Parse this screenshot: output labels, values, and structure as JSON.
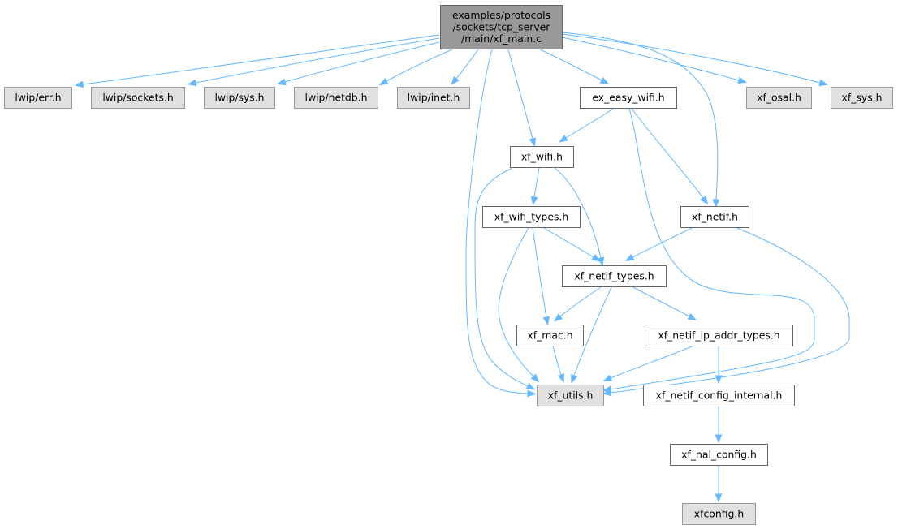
{
  "nodes": [
    {
      "id": "root",
      "lines": [
        "examples/protocols",
        "/sockets/tcp_server",
        "/main/xf_main.c"
      ],
      "kind": "root"
    },
    {
      "id": "lwip_err",
      "lines": [
        "lwip/err.h"
      ],
      "kind": "external"
    },
    {
      "id": "lwip_sockets",
      "lines": [
        "lwip/sockets.h"
      ],
      "kind": "external"
    },
    {
      "id": "lwip_sys",
      "lines": [
        "lwip/sys.h"
      ],
      "kind": "external"
    },
    {
      "id": "lwip_netdb",
      "lines": [
        "lwip/netdb.h"
      ],
      "kind": "external"
    },
    {
      "id": "lwip_inet",
      "lines": [
        "lwip/inet.h"
      ],
      "kind": "external"
    },
    {
      "id": "ex_easy_wifi",
      "lines": [
        "ex_easy_wifi.h"
      ],
      "kind": "local"
    },
    {
      "id": "xf_osal",
      "lines": [
        "xf_osal.h"
      ],
      "kind": "external"
    },
    {
      "id": "xf_sys",
      "lines": [
        "xf_sys.h"
      ],
      "kind": "external"
    },
    {
      "id": "xf_wifi",
      "lines": [
        "xf_wifi.h"
      ],
      "kind": "local"
    },
    {
      "id": "xf_wifi_types",
      "lines": [
        "xf_wifi_types.h"
      ],
      "kind": "local"
    },
    {
      "id": "xf_netif",
      "lines": [
        "xf_netif.h"
      ],
      "kind": "local"
    },
    {
      "id": "xf_netif_types",
      "lines": [
        "xf_netif_types.h"
      ],
      "kind": "local"
    },
    {
      "id": "xf_mac",
      "lines": [
        "xf_mac.h"
      ],
      "kind": "local"
    },
    {
      "id": "xf_netif_ip_addr_types",
      "lines": [
        "xf_netif_ip_addr_types.h"
      ],
      "kind": "local"
    },
    {
      "id": "xf_utils",
      "lines": [
        "xf_utils.h"
      ],
      "kind": "external"
    },
    {
      "id": "xf_netif_config_internal",
      "lines": [
        "xf_netif_config_internal.h"
      ],
      "kind": "local"
    },
    {
      "id": "xf_nal_config",
      "lines": [
        "xf_nal_config.h"
      ],
      "kind": "local"
    },
    {
      "id": "xfconfig",
      "lines": [
        "xfconfig.h"
      ],
      "kind": "external"
    }
  ],
  "edges": [
    {
      "from": "root",
      "to": "lwip_err"
    },
    {
      "from": "root",
      "to": "lwip_sockets"
    },
    {
      "from": "root",
      "to": "lwip_sys"
    },
    {
      "from": "root",
      "to": "lwip_netdb"
    },
    {
      "from": "root",
      "to": "lwip_inet"
    },
    {
      "from": "root",
      "to": "ex_easy_wifi"
    },
    {
      "from": "root",
      "to": "xf_osal"
    },
    {
      "from": "root",
      "to": "xf_sys"
    },
    {
      "from": "root",
      "to": "xf_wifi"
    },
    {
      "from": "root",
      "to": "xf_netif"
    },
    {
      "from": "root",
      "to": "xf_utils"
    },
    {
      "from": "ex_easy_wifi",
      "to": "xf_wifi"
    },
    {
      "from": "ex_easy_wifi",
      "to": "xf_netif"
    },
    {
      "from": "ex_easy_wifi",
      "to": "xf_utils"
    },
    {
      "from": "xf_wifi",
      "to": "xf_wifi_types"
    },
    {
      "from": "xf_wifi",
      "to": "xf_netif_types"
    },
    {
      "from": "xf_wifi",
      "to": "xf_utils"
    },
    {
      "from": "xf_wifi_types",
      "to": "xf_netif_types"
    },
    {
      "from": "xf_wifi_types",
      "to": "xf_mac"
    },
    {
      "from": "xf_wifi_types",
      "to": "xf_utils"
    },
    {
      "from": "xf_netif",
      "to": "xf_netif_types"
    },
    {
      "from": "xf_netif",
      "to": "xf_utils"
    },
    {
      "from": "xf_netif_types",
      "to": "xf_mac"
    },
    {
      "from": "xf_netif_types",
      "to": "xf_netif_ip_addr_types"
    },
    {
      "from": "xf_netif_types",
      "to": "xf_utils"
    },
    {
      "from": "xf_mac",
      "to": "xf_utils"
    },
    {
      "from": "xf_netif_ip_addr_types",
      "to": "xf_utils"
    },
    {
      "from": "xf_netif_ip_addr_types",
      "to": "xf_netif_config_internal"
    },
    {
      "from": "xf_netif_config_internal",
      "to": "xf_nal_config"
    },
    {
      "from": "xf_nal_config",
      "to": "xfconfig"
    }
  ],
  "colors": {
    "edge": "#63b8ff",
    "root_fill": "#999999",
    "root_stroke": "#666666",
    "external_fill": "#e0e0e0",
    "external_stroke": "#999999",
    "local_fill": "#ffffff",
    "local_stroke": "#666666"
  }
}
